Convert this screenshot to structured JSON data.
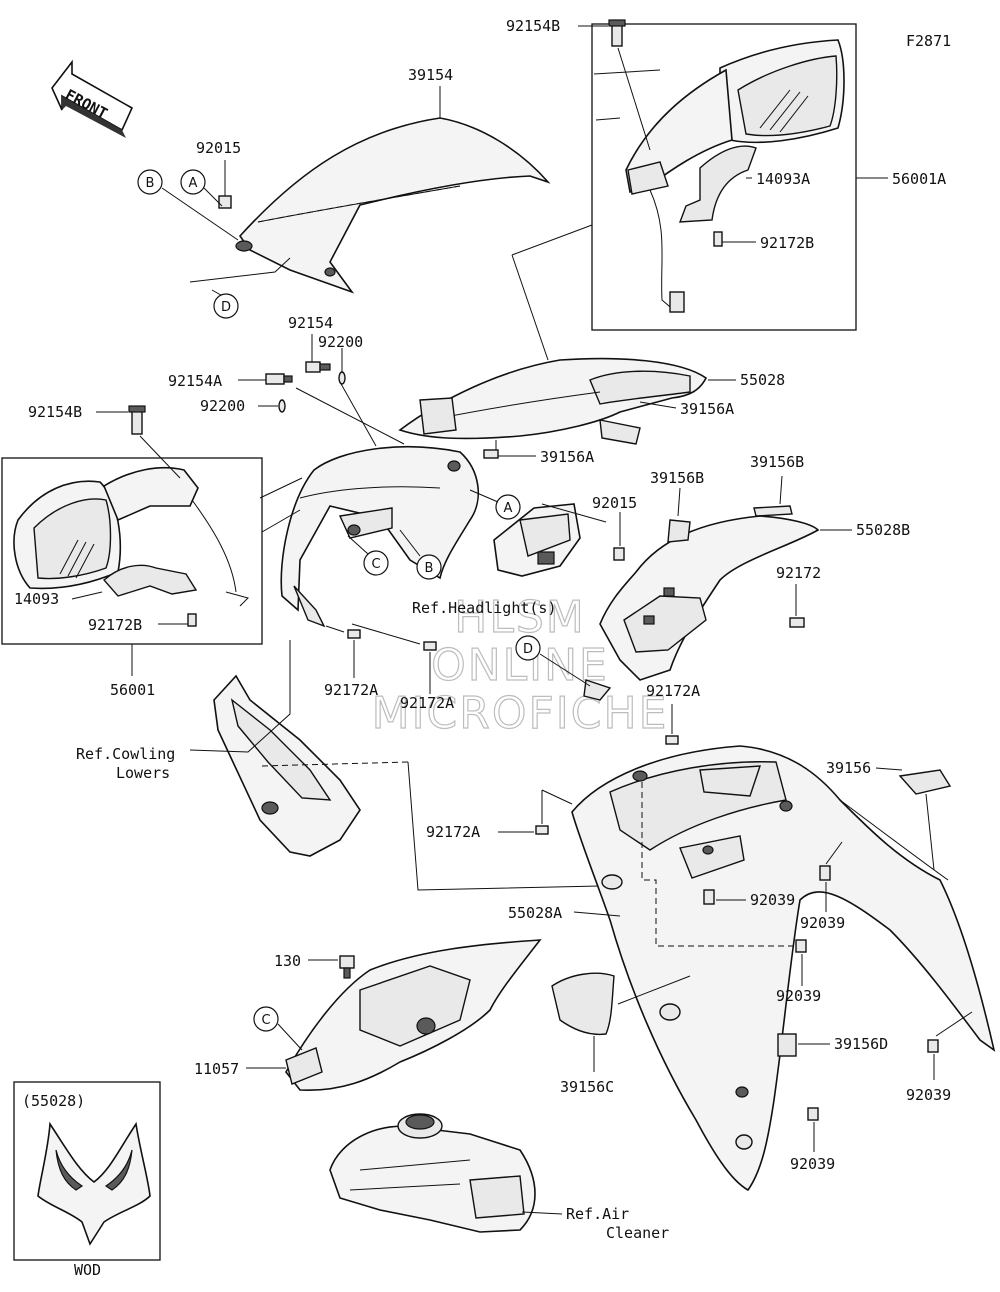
{
  "figure_code": "F2871",
  "front_arrow": {
    "text": "FRONT"
  },
  "watermark": {
    "line1": "HLSM",
    "line2": "ONLINE",
    "line3": "MICROFICHE"
  },
  "part_labels": {
    "p39154": "39154",
    "p92015_top": "92015",
    "p92154B_top": "92154B",
    "p14093A": "14093A",
    "p56001A": "56001A",
    "p92172B_top": "92172B",
    "p92154": "92154",
    "p92200_top": "92200",
    "p92154A": "92154A",
    "p92200_mid": "92200",
    "p55028": "55028",
    "p39156A_1": "39156A",
    "p39156A_2": "39156A",
    "p92154B_left": "92154B",
    "p14093": "14093",
    "p92172B_left": "92172B",
    "p56001": "56001",
    "p39156B_1": "39156B",
    "p39156B_2": "39156B",
    "p92015_mid": "92015",
    "p55028B": "55028B",
    "p92172": "92172",
    "p92172A_1": "92172A",
    "p92172A_2": "92172A",
    "p92172A_3": "92172A",
    "p92172A_4": "92172A",
    "p39156": "39156",
    "p92039_1": "92039",
    "p92039_2": "92039",
    "p92039_3": "92039",
    "p92039_4": "92039",
    "p92039_5": "92039",
    "p55028A": "55028A",
    "p130": "130",
    "p11057": "11057",
    "p39156C": "39156C",
    "p39156D": "39156D"
  },
  "references": {
    "headlight": "Ref.Headlight(s)",
    "cowling_line1": "Ref.Cowling",
    "cowling_line2": "Lowers",
    "air_line1": "Ref.Air",
    "air_line2": "Cleaner"
  },
  "callouts": {
    "a": "A",
    "b": "B",
    "c": "C",
    "d": "D"
  },
  "inset": {
    "title": "(55028)",
    "caption": "WOD"
  }
}
